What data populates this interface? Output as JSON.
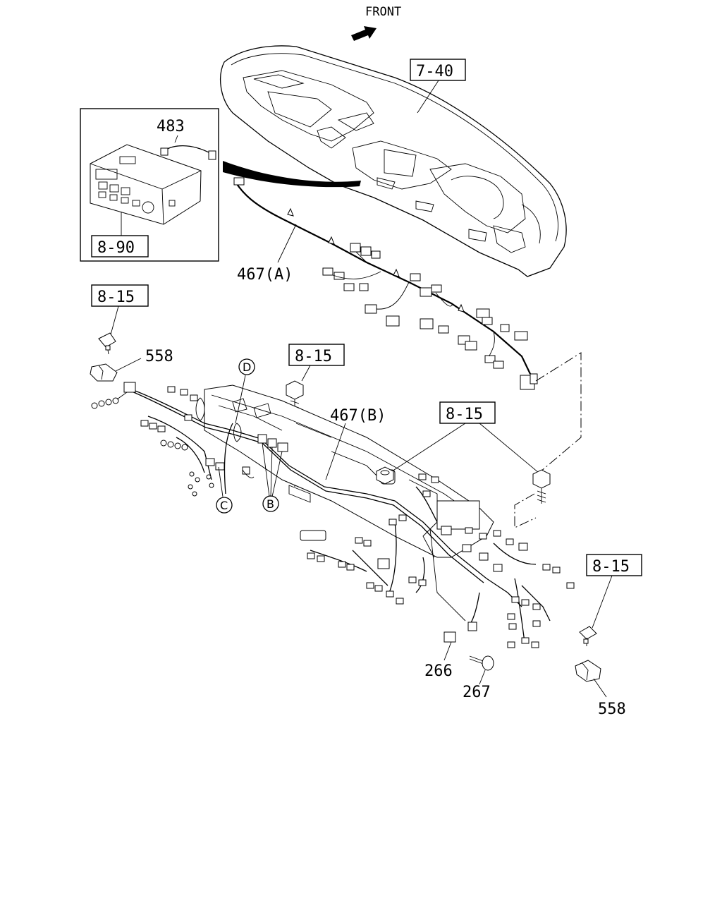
{
  "diagram": {
    "front_label": "FRONT",
    "callouts": {
      "ref_7_40": "7-40",
      "ref_8_90": "8-90",
      "ref_8_15_a": "8-15",
      "ref_8_15_b": "8-15",
      "ref_8_15_c": "8-15",
      "ref_8_15_d": "8-15",
      "p483": "483",
      "p467a": "467(A)",
      "p467b": "467(B)",
      "p558_a": "558",
      "p558_b": "558",
      "p266": "266",
      "p267": "267"
    },
    "circle_labels": {
      "b": "B",
      "c": "C",
      "d": "D"
    }
  }
}
